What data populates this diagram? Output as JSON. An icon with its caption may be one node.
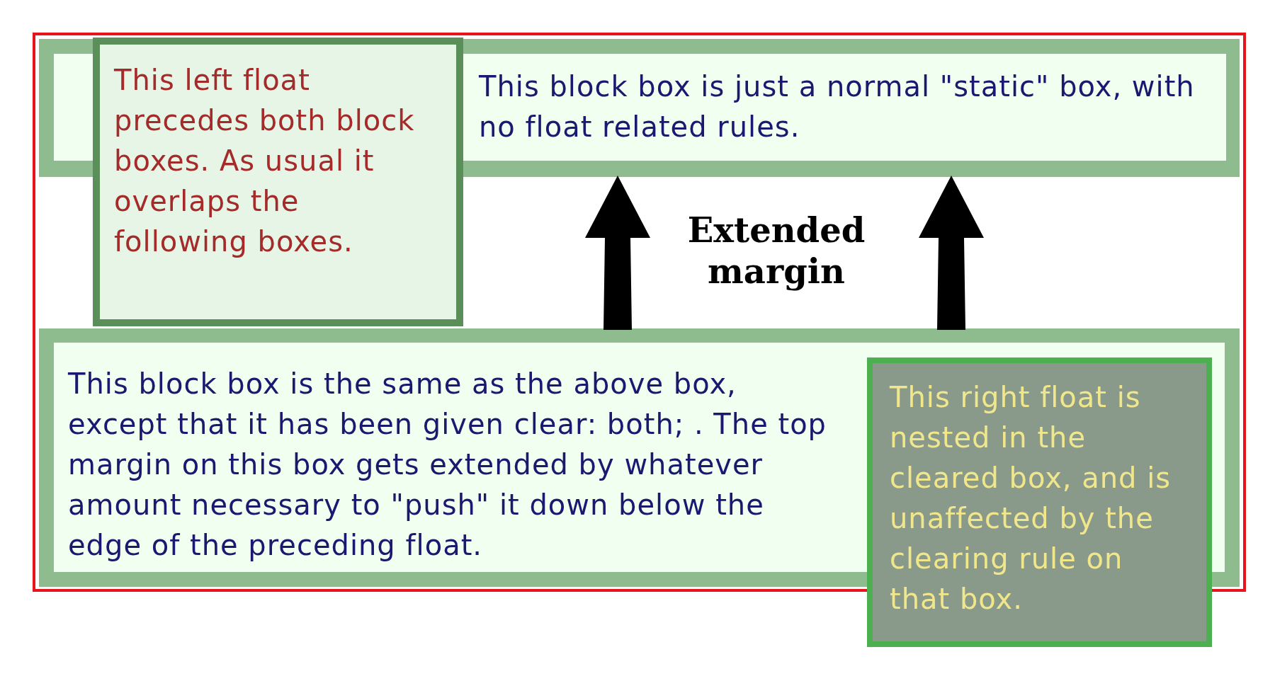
{
  "diagram": {
    "nodes": [
      {
        "text": [
          "This left float precedes both block boxes. As usual it overlaps the following boxes."
        ]
      },
      {
        "text": [
          "This block box is just a normal \"static\" box, with no float related rules."
        ]
      },
      {
        "text": [
          "This block box is the same as the above box, except that it has been given clear: both; . The top margin on this box gets extended by whatever amount necessary to \"push\" it down below the edge of the preceding float."
        ]
      },
      {
        "text": [
          "This right float is nested in the cleared box, and is unaffected by the clearing rule on that box."
        ]
      }
    ],
    "edges": [
      {
        "from": 2,
        "to": 1,
        "arrow": "to",
        "style": "thick"
      },
      {
        "from": 2,
        "to": 1,
        "arrow": "to",
        "style": "thick"
      }
    ],
    "labels": [
      "Extended margin"
    ]
  }
}
